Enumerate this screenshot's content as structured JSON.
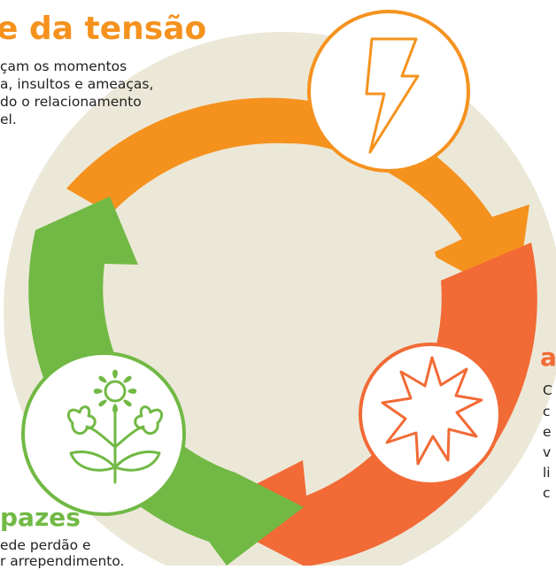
{
  "colors": {
    "background_circle": "#ece8d8",
    "orange": "#f5921e",
    "red_orange": "#f26a36",
    "green": "#71b944",
    "white": "#ffffff"
  },
  "phases": {
    "tension": {
      "heading": "e da tensão",
      "lines": [
        "çam os momentos",
        "a, insultos e ameaças,",
        "do o relacionamento",
        "el."
      ],
      "icon": "lightning-bolt-icon"
    },
    "aggression": {
      "heading": "a",
      "lines": [
        "C",
        "c",
        "e",
        "v",
        "li",
        "c"
      ],
      "icon": "explosion-icon"
    },
    "peace": {
      "heading": "pazes",
      "lines": [
        "ede perdão e",
        "r arrependimento."
      ],
      "icon": "flowers-icon"
    }
  }
}
